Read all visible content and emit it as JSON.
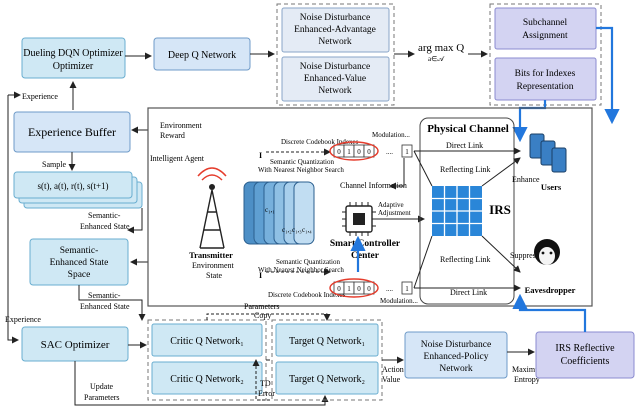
{
  "modules": {
    "dueling": "Dueling DQN Optimizer",
    "deep_q": "Deep Q Network",
    "noise_adv": [
      "Noise Disturbance",
      "Enhanced-Advantage",
      "Network"
    ],
    "noise_val": [
      "Noise Disturbance",
      "Enhanced-Value",
      "Network"
    ],
    "argmax": "arg max Q",
    "argmax_sub": "a∈𝒜",
    "subchannel": [
      "Subchannel",
      "Assignment"
    ],
    "bits": [
      "Bits for Indexes",
      "Representation"
    ],
    "exp_buffer": "Experience Buffer",
    "semantic_space": [
      "Semantic-",
      "Enhanced State",
      "Space"
    ],
    "sac": "SAC Optimizer",
    "critic1": "Critic Q Network₁",
    "critic2": "Critic Q Network₂",
    "target1": "Target Q Network₁",
    "target2": "Target Q Network₂",
    "noise_policy": [
      "Noise Disturbance",
      "Enhanced-Policy",
      "Network"
    ],
    "irs_coef": [
      "IRS Reflective",
      "Coefficients"
    ]
  },
  "labels": {
    "experience_top": "Experience",
    "sample": "Sample",
    "sample_formula": "s(t), a(t), r(t), s(t+1)",
    "semantic_enhanced_state_1": [
      "Semantic-",
      "Enhanced State"
    ],
    "semantic_enhanced_state_2": [
      "Semantic-",
      "Enhanced State"
    ],
    "env_reward": [
      "Environment",
      "Reward"
    ],
    "env_state": [
      "Environment",
      "State"
    ],
    "experience_bottom": "Experience",
    "parameters_copy": [
      "Parameters",
      "Copy"
    ],
    "update_params": [
      "Update",
      "Parameters"
    ],
    "td_error": [
      "TD",
      "Error"
    ],
    "action_value": [
      "Action",
      "Value"
    ],
    "max_entropy": [
      "Maximum",
      "Entropy"
    ]
  },
  "channel": {
    "title": "Physical Channel",
    "intelligent_agent": "Intelligent Agent",
    "transmitter": "Transmitter",
    "discrete_codebook_top": "Discrete Codebook Indexes",
    "discrete_codebook_bottom": "Discrete Codebook Indexes",
    "modulation_top": "Modulation...",
    "modulation_bottom": "Modulation...",
    "semantic_quant_top": [
      "Semantic Quantization",
      "With Nearest Neighbor Search"
    ],
    "semantic_quant_bottom": [
      "Semantic Quantization",
      "With Nearest Neighbor Search"
    ],
    "bits_top": [
      "0",
      "1",
      "0",
      "0"
    ],
    "bits_bottom": [
      "0",
      "1",
      "0",
      "0"
    ],
    "bit_end": "1",
    "io_mark": "I",
    "channel_info": "Channel Information",
    "adaptive": [
      "Adaptive",
      "Adjustment"
    ],
    "smart_controller": [
      "Smart Controller",
      "Center"
    ],
    "direct_link_top": "Direct Link",
    "reflecting_top": "Reflecting Link",
    "enhance": "Enhance",
    "irs": "IRS",
    "reflecting_bottom": "Reflecting Link",
    "suppress": "Suppress",
    "direct_link_bottom": "Direct Link",
    "users": "Users",
    "eavesdropper": "Eavesdropper",
    "codebook_tags": [
      "c₁,₁",
      "c₁,₂",
      "c₁,₃",
      "c₁,₄"
    ]
  },
  "colors": {
    "accent": "#2277dd",
    "irs": "#2a86d8",
    "box": "#d6e6f7",
    "purple": "#d3d3f2"
  }
}
